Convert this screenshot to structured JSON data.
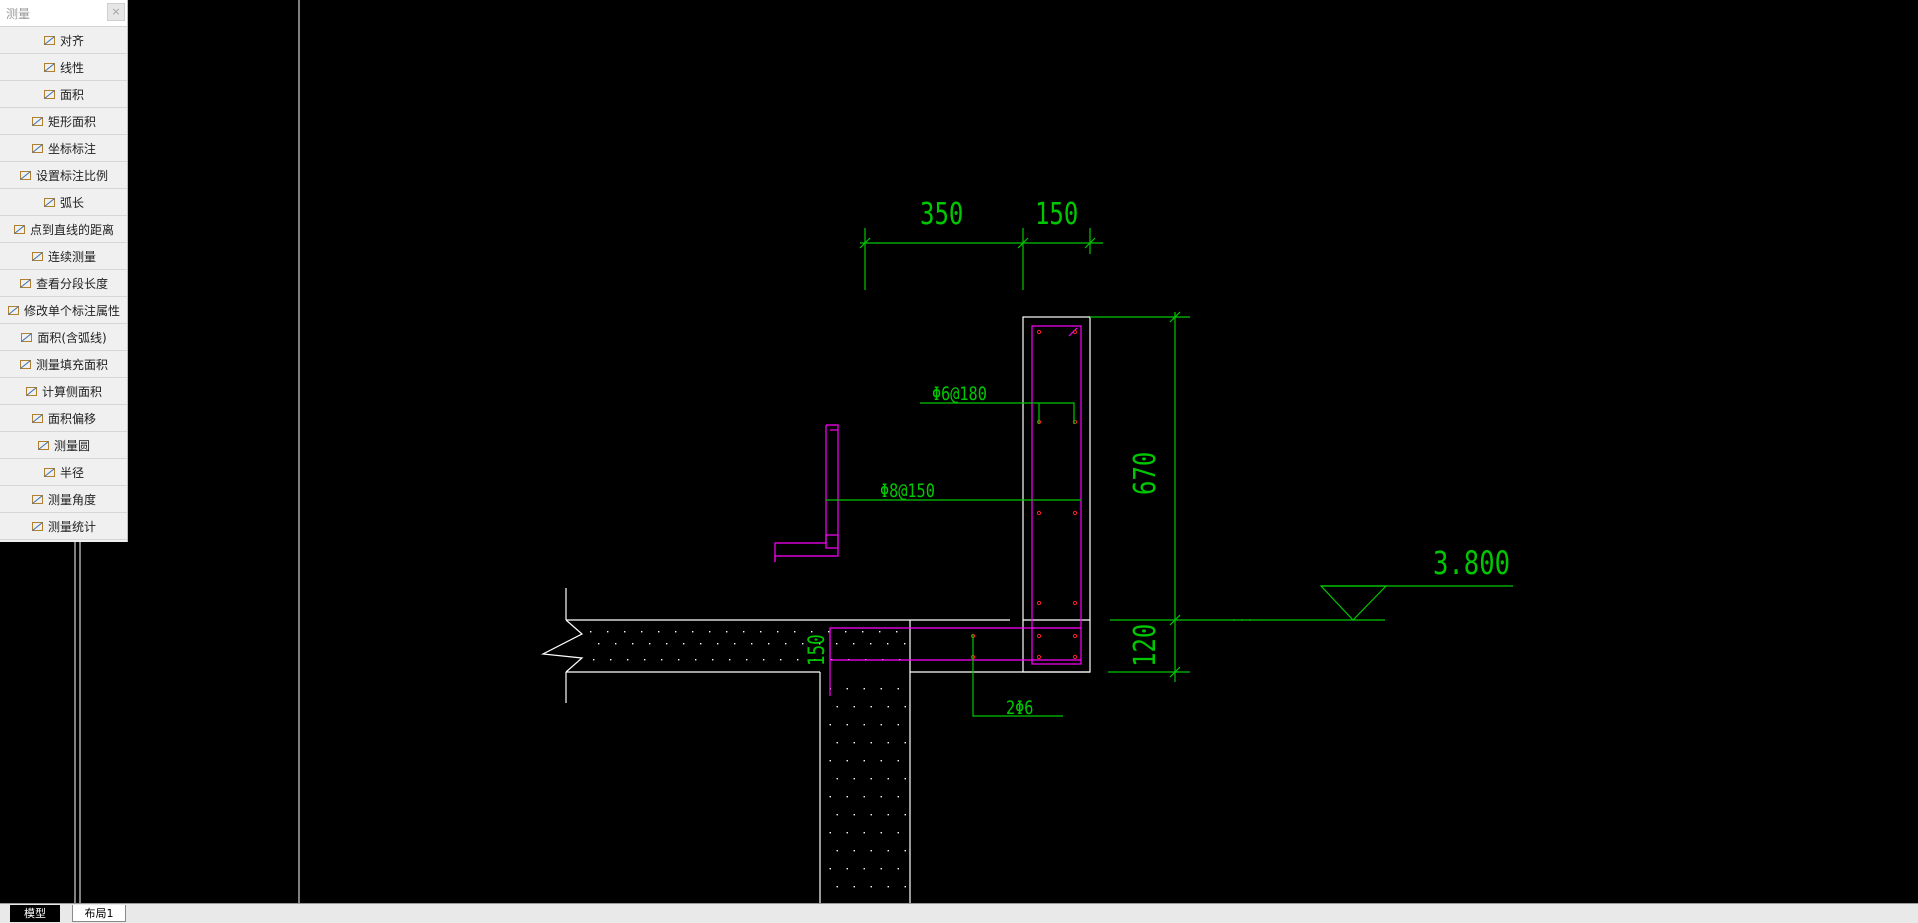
{
  "panel": {
    "title": "测量",
    "close_label": "×",
    "tools": [
      {
        "label": "对齐",
        "icon": "align-dimension-icon"
      },
      {
        "label": "线性",
        "icon": "linear-dimension-icon"
      },
      {
        "label": "面积",
        "icon": "area-icon"
      },
      {
        "label": "矩形面积",
        "icon": "rectangle-area-icon"
      },
      {
        "label": "坐标标注",
        "icon": "coordinate-icon"
      },
      {
        "label": "设置标注比例",
        "icon": "scale-icon"
      },
      {
        "label": "弧长",
        "icon": "arc-length-icon"
      },
      {
        "label": "点到直线的距离",
        "icon": "point-line-distance-icon"
      },
      {
        "label": "连续测量",
        "icon": "continuous-measure-icon"
      },
      {
        "label": "查看分段长度",
        "icon": "segment-length-icon"
      },
      {
        "label": "修改单个标注属性",
        "icon": "edit-dimension-icon"
      },
      {
        "label": "面积(含弧线)",
        "icon": "arc-area-icon"
      },
      {
        "label": "测量填充面积",
        "icon": "hatch-area-icon"
      },
      {
        "label": "计算侧面积",
        "icon": "side-area-icon"
      },
      {
        "label": "面积偏移",
        "icon": "area-offset-icon"
      },
      {
        "label": "测量圆",
        "icon": "circle-measure-icon"
      },
      {
        "label": "半径",
        "icon": "radius-icon"
      },
      {
        "label": "测量角度",
        "icon": "angle-icon"
      },
      {
        "label": "测量统计",
        "icon": "statistics-icon"
      }
    ]
  },
  "drawing": {
    "dim_350": "350",
    "dim_150_top": "150",
    "dim_670": "670",
    "dim_120": "120",
    "dim_150_slab": "150",
    "rebar_stirrup": "Φ6@180",
    "rebar_main": "Φ8@150",
    "rebar_bottom": "2Φ6",
    "elevation": "3.800"
  },
  "colors": {
    "dimension": "#00c800",
    "outline": "#ffffff",
    "rebar": "#ff00ff",
    "rebar_point": "#ff2020",
    "background": "#000000"
  },
  "tabs": {
    "model": "模型",
    "layout": "布局1"
  }
}
